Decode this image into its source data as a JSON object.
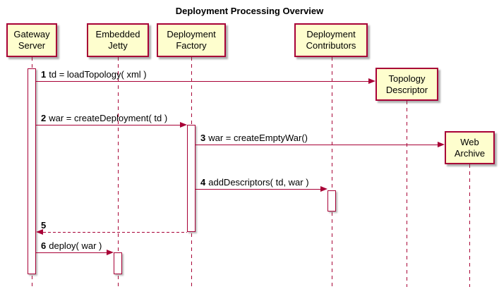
{
  "title": "Deployment Processing Overview",
  "colors": {
    "accent": "#A80036",
    "participant_fill": "#FEFECE",
    "activation_fill": "#FFFFFF",
    "background": "#FFFFFF",
    "text": "#000000"
  },
  "participants": [
    {
      "id": "gateway-server",
      "label": "Gateway\nServer"
    },
    {
      "id": "embedded-jetty",
      "label": "Embedded\nJetty"
    },
    {
      "id": "deployment-factory",
      "label": "Deployment\nFactory"
    },
    {
      "id": "deployment-contributors",
      "label": "Deployment\nContributors"
    },
    {
      "id": "topology-descriptor",
      "label": "Topology\nDescriptor"
    },
    {
      "id": "web-archive",
      "label": "Web\nArchive"
    }
  ],
  "messages": [
    {
      "num": "1",
      "text": "td = loadTopology( xml )",
      "from": "Gateway Server",
      "to": "Topology Descriptor",
      "line": "solid"
    },
    {
      "num": "2",
      "text": "war = createDeployment( td )",
      "from": "Gateway Server",
      "to": "Deployment Factory",
      "line": "solid"
    },
    {
      "num": "3",
      "text": "war = createEmptyWar()",
      "from": "Deployment Factory",
      "to": "Web Archive",
      "line": "solid"
    },
    {
      "num": "4",
      "text": "addDescriptors( td, war )",
      "from": "Deployment Factory",
      "to": "Deployment Contributors",
      "line": "solid"
    },
    {
      "num": "5",
      "text": "",
      "from": "Deployment Factory",
      "to": "Gateway Server",
      "line": "dashed"
    },
    {
      "num": "6",
      "text": "deploy( war )",
      "from": "Gateway Server",
      "to": "Embedded Jetty",
      "line": "solid"
    }
  ]
}
